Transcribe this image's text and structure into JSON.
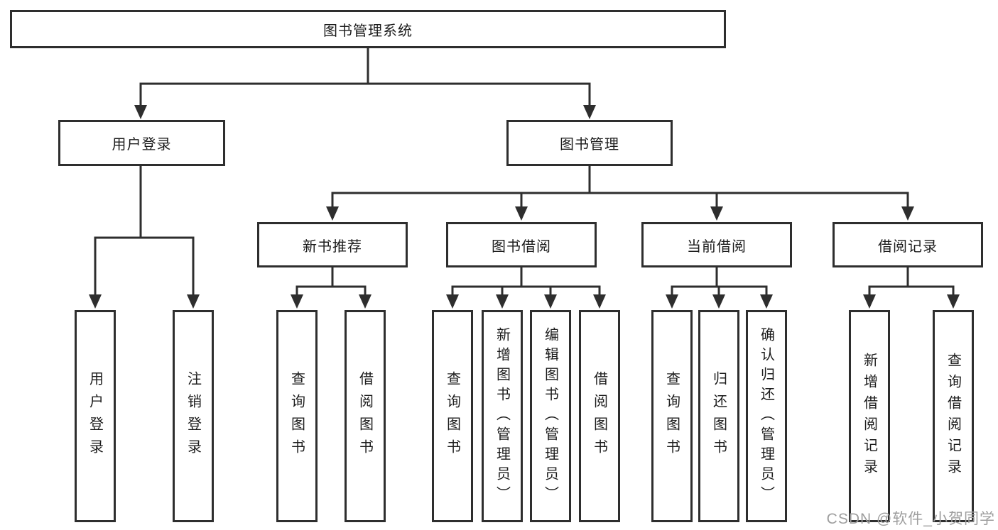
{
  "tree": {
    "root": {
      "label": "图书管理系统"
    },
    "children": [
      {
        "label": "用户登录",
        "children": [
          {
            "label": "用户登录"
          },
          {
            "label": "注销登录"
          }
        ]
      },
      {
        "label": "图书管理",
        "children": [
          {
            "label": "新书推荐",
            "children": [
              {
                "label": "查询图书"
              },
              {
                "label": "借阅图书"
              }
            ]
          },
          {
            "label": "图书借阅",
            "children": [
              {
                "label": "查询图书"
              },
              {
                "label": "新增图书（管理员）"
              },
              {
                "label": "编辑图书（管理员）"
              },
              {
                "label": "借阅图书"
              }
            ]
          },
          {
            "label": "当前借阅",
            "children": [
              {
                "label": "查询图书"
              },
              {
                "label": "归还图书"
              },
              {
                "label": "确认归还（管理员）"
              }
            ]
          },
          {
            "label": "借阅记录",
            "children": [
              {
                "label": "新增借阅记录"
              },
              {
                "label": "查询借阅记录"
              }
            ]
          }
        ]
      }
    ]
  },
  "watermark": {
    "text": "CSDN @软件_小贺同学"
  },
  "colors": {
    "line": "#2e2e2e",
    "box_background": "#ffffff",
    "text": "#1c1c1c",
    "watermark_text": "#9e9e9e"
  }
}
